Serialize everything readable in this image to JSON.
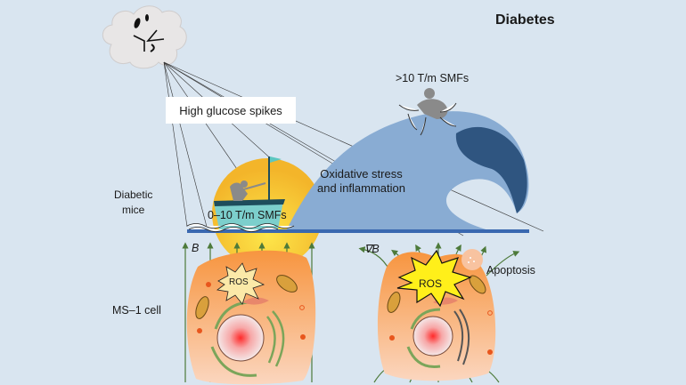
{
  "title": "Diabetes",
  "labels": {
    "high_glucose": "High glucose spikes",
    "smf_high": ">10 T/m SMFs",
    "oxidative": "Oxidative stress",
    "inflammation": "and inflammation",
    "diabetic": "Diabetic",
    "mice": "mice",
    "smf_low": "0–10 T/m SMFs",
    "ms1_cell": "MS–1 cell",
    "apoptosis": "Apoptosis",
    "b_field": "B",
    "grad_b": "∇B",
    "ros_left": "ROS",
    "ros_right": "ROS"
  },
  "colors": {
    "background": "#d9e5f0",
    "wave_light": "#89acd3",
    "wave_dark": "#2f5580",
    "sea_line": "#3a68b0",
    "sun": "#f6c12c",
    "boat": "#7ccfcc",
    "cell": "#f7a15f",
    "field_lines": "#4d7a3a",
    "ros_burst_mild": "#fbe9a8",
    "ros_burst_strong": "#ffef1a"
  }
}
